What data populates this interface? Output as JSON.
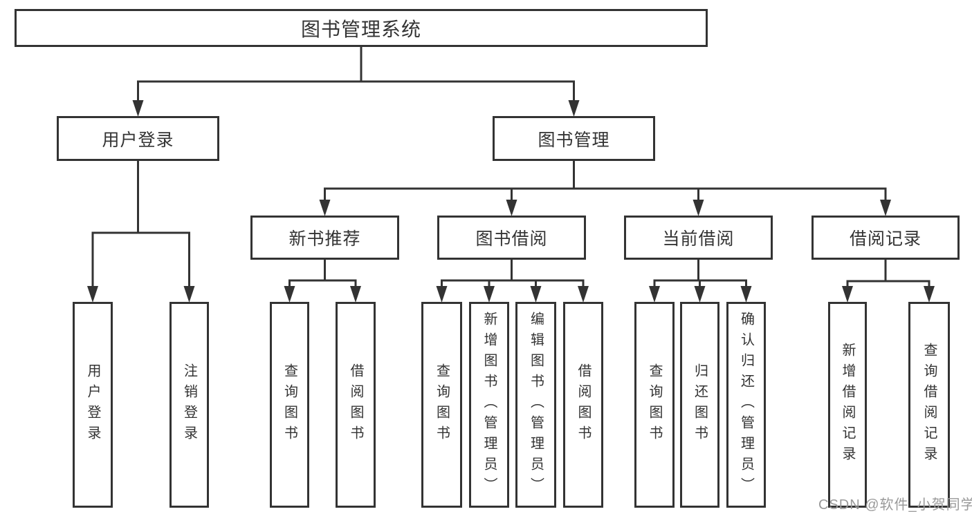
{
  "diagram": {
    "title": "图书管理系统",
    "nodes": [
      {
        "id": "root",
        "label": "图书管理系统",
        "children": [
          "user-login",
          "book-mgmt"
        ]
      },
      {
        "id": "user-login",
        "label": "用户登录",
        "children": [
          "leaf-user-login",
          "leaf-logout"
        ]
      },
      {
        "id": "book-mgmt",
        "label": "图书管理",
        "children": [
          "new-book",
          "book-borrow",
          "current-borrow",
          "borrow-record"
        ]
      },
      {
        "id": "new-book",
        "label": "新书推荐",
        "children": [
          "leaf-query-1",
          "leaf-borrow-1"
        ]
      },
      {
        "id": "book-borrow",
        "label": "图书借阅",
        "children": [
          "leaf-query-2",
          "leaf-add-book",
          "leaf-edit-book",
          "leaf-borrow-2"
        ]
      },
      {
        "id": "current-borrow",
        "label": "当前借阅",
        "children": [
          "leaf-query-3",
          "leaf-return-book",
          "leaf-confirm-return"
        ]
      },
      {
        "id": "borrow-record",
        "label": "借阅记录",
        "children": [
          "leaf-add-record",
          "leaf-query-record"
        ]
      },
      {
        "id": "leaf-user-login",
        "label": "用户登录",
        "children": []
      },
      {
        "id": "leaf-logout",
        "label": "注销登录",
        "children": []
      },
      {
        "id": "leaf-query-1",
        "label": "查询图书",
        "children": []
      },
      {
        "id": "leaf-borrow-1",
        "label": "借阅图书",
        "children": []
      },
      {
        "id": "leaf-query-2",
        "label": "查询图书",
        "children": []
      },
      {
        "id": "leaf-add-book",
        "label": "新增图书（管理员）",
        "children": []
      },
      {
        "id": "leaf-edit-book",
        "label": "编辑图书（管理员）",
        "children": []
      },
      {
        "id": "leaf-borrow-2",
        "label": "借阅图书",
        "children": []
      },
      {
        "id": "leaf-query-3",
        "label": "查询图书",
        "children": []
      },
      {
        "id": "leaf-return-book",
        "label": "归还图书",
        "children": []
      },
      {
        "id": "leaf-confirm-return",
        "label": "确认归还（管理员）",
        "children": []
      },
      {
        "id": "leaf-add-record",
        "label": "新增借阅记录",
        "children": []
      },
      {
        "id": "leaf-query-record",
        "label": "查询借阅记录",
        "children": []
      }
    ]
  },
  "watermark": {
    "text": "CSDN @软件_小贺同学"
  },
  "colors": {
    "line": "#333333",
    "text": "#333333",
    "box_background": "#ffffff",
    "page_background": "#ffffff",
    "watermark": "#999999"
  }
}
